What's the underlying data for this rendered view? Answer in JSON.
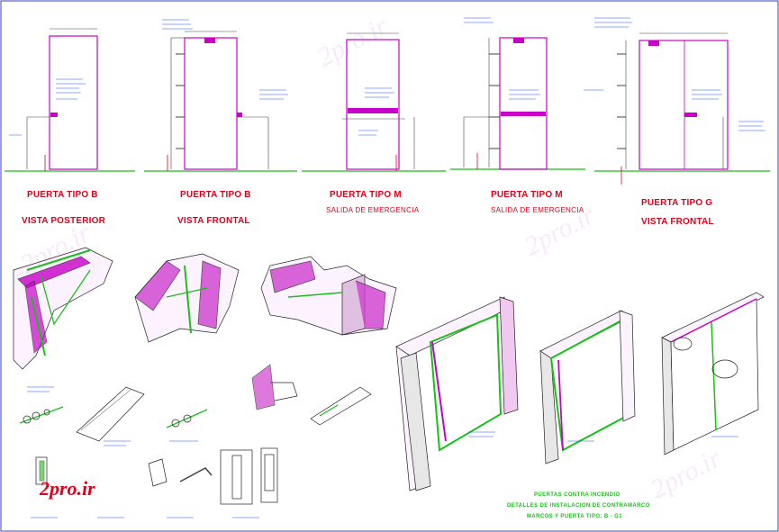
{
  "colors": {
    "door_frame": "#c800c8",
    "red_text": "#e0001b",
    "green": "#18c018",
    "blue": "#2050ff"
  },
  "elevations": [
    {
      "title": "PUERTA TIPO B",
      "subtitle": "VISTA POSTERIOR"
    },
    {
      "title": "PUERTA TIPO B",
      "subtitle": "VISTA FRONTAL"
    },
    {
      "title": "PUERTA TIPO M",
      "subtitle": "SALIDA DE EMERGENCIA"
    },
    {
      "title": "PUERTA TIPO M",
      "subtitle": "SALIDA DE EMERGENCIA"
    },
    {
      "title": "PUERTA TIPO G",
      "subtitle": "VISTA FRONTAL"
    }
  ],
  "footer": {
    "line1": "PUERTAS CONTRA INCENDIO",
    "line2": "DETALLES DE INSTALACION DE CONTRAMARCO",
    "line3": "MARCOS Y PUERTA TIPO: B - G1"
  },
  "logo_text": "2pro.ir",
  "watermark": "2pro.ir"
}
